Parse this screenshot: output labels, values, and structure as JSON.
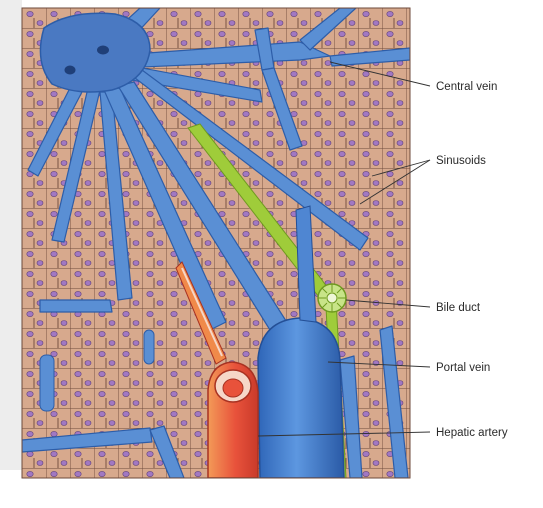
{
  "figure": {
    "labels": {
      "central_vein": "Central vein",
      "sinusoids": "Sinusoids",
      "bile_duct": "Bile duct",
      "portal_vein": "Portal vein",
      "hepatic_artery": "Hepatic artery"
    },
    "colors": {
      "hepatocyte_fill": "#d7a98d",
      "hepatocyte_border": "#6e4a3b",
      "nucleus": "#a178c2",
      "vein_blue": "#5a8fd4",
      "vein_dark": "#2d5da8",
      "bile_green": "#9fcc3a",
      "artery_red": "#e8523b",
      "artery_orange": "#f08a4a"
    }
  }
}
